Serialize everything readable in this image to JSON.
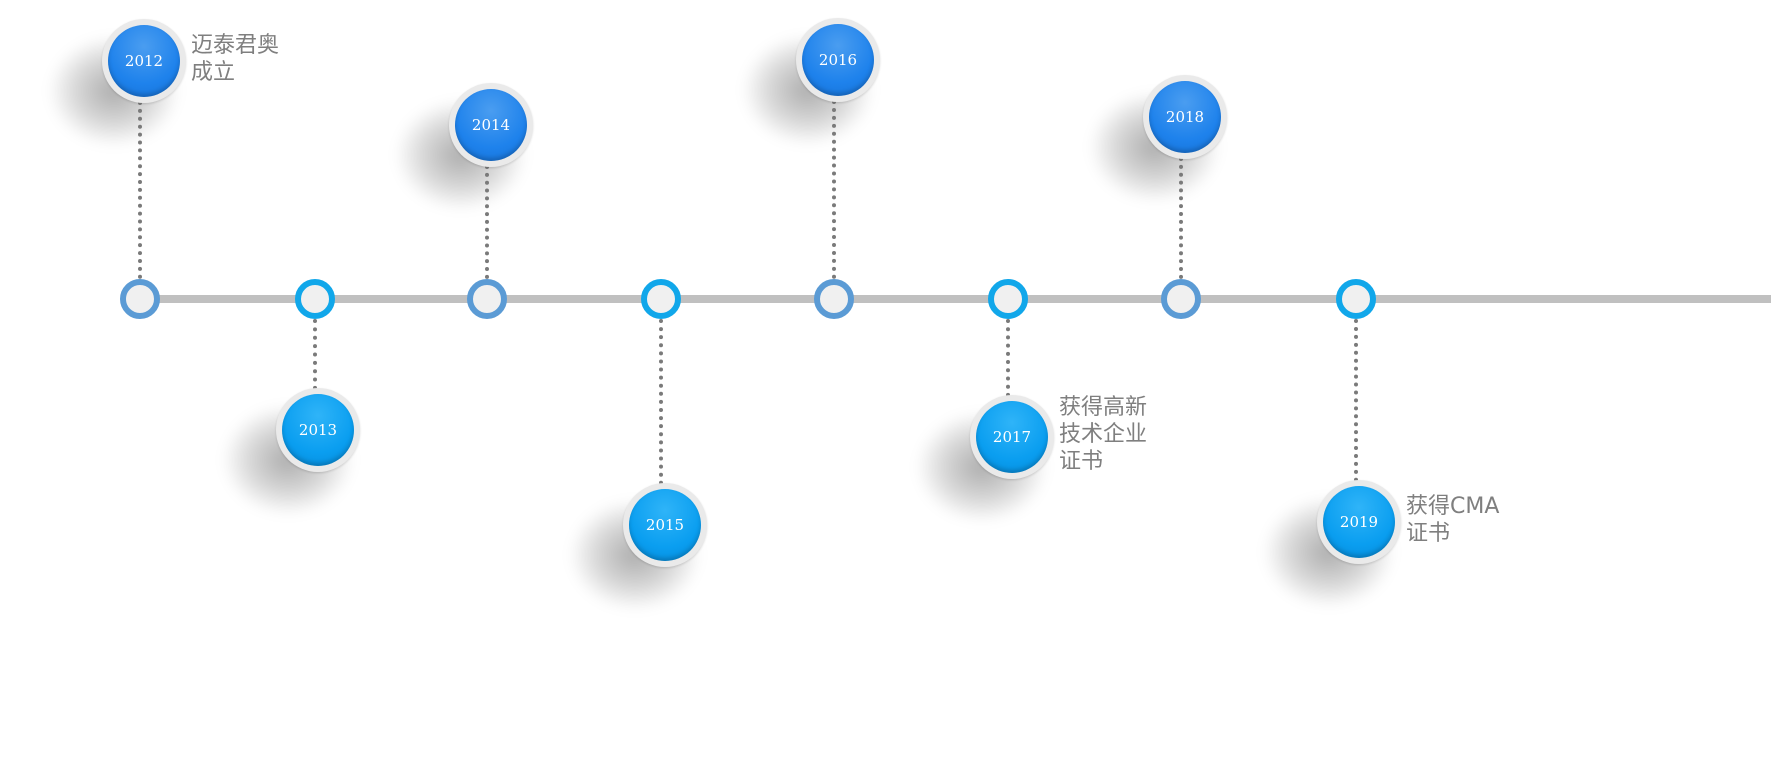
{
  "colors": {
    "axis": "#c0c0c0",
    "node_ring_odd": "#5b9bd5",
    "node_ring_even": "#11a7ea",
    "badge_odd": "#1e82ec",
    "badge_even": "#0a9ef0",
    "stem": "#7a7a7a",
    "label_text": "#7f7f7f"
  },
  "milestones": [
    {
      "year": "2012",
      "label": [
        "迈泰君奥",
        "成立"
      ]
    },
    {
      "year": "2013",
      "label": []
    },
    {
      "year": "2014",
      "label": []
    },
    {
      "year": "2015",
      "label": []
    },
    {
      "year": "2016",
      "label": []
    },
    {
      "year": "2017",
      "label": [
        "获得高新",
        "技术企业",
        "证书"
      ]
    },
    {
      "year": "2018",
      "label": []
    },
    {
      "year": "2019",
      "label": [
        "获得CMA",
        "证书"
      ]
    }
  ]
}
